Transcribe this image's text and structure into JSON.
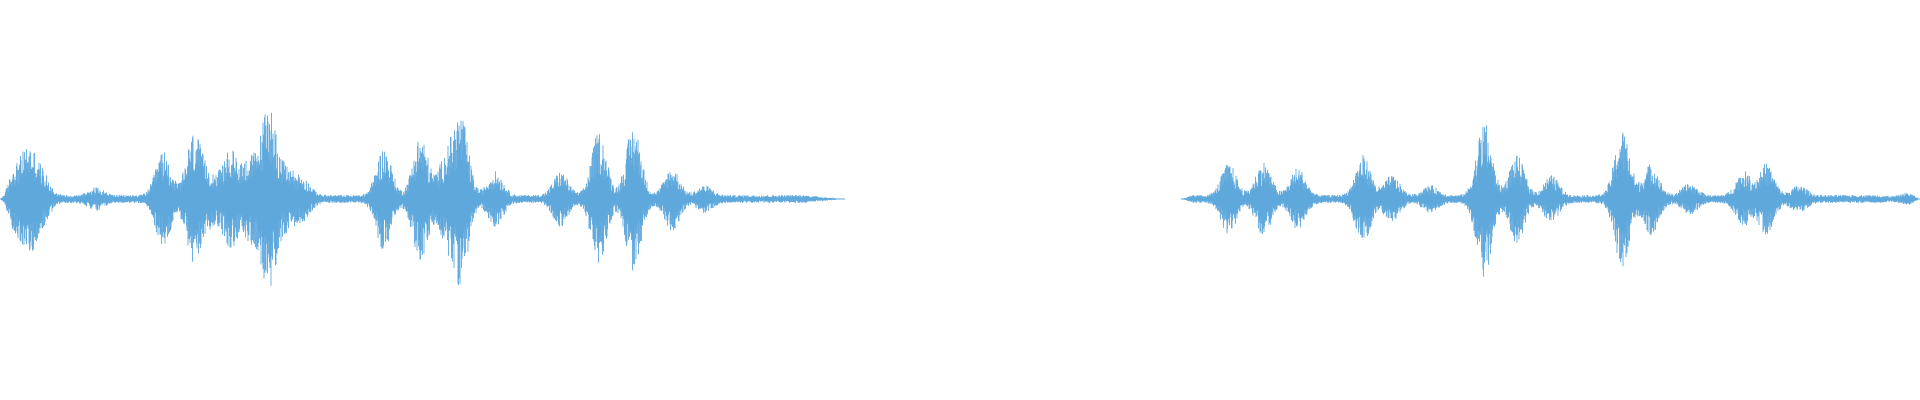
{
  "waveform": {
    "color": "#5fa8dc",
    "background": "#ffffff",
    "segments": [
      {
        "name": "segment-left",
        "start": 0.0,
        "end": 0.44
      },
      {
        "name": "segment-right",
        "start": 0.615,
        "end": 1.0
      }
    ],
    "bursts": [
      {
        "t": 0.007,
        "amp": 0.12
      },
      {
        "t": 0.015,
        "amp": 0.22
      },
      {
        "t": 0.022,
        "amp": 0.1
      },
      {
        "t": 0.05,
        "amp": 0.04
      },
      {
        "t": 0.085,
        "amp": 0.22
      },
      {
        "t": 0.101,
        "amp": 0.31
      },
      {
        "t": 0.11,
        "amp": 0.1
      },
      {
        "t": 0.12,
        "amp": 0.22
      },
      {
        "t": 0.13,
        "amp": 0.18
      },
      {
        "t": 0.14,
        "amp": 0.46
      },
      {
        "t": 0.15,
        "amp": 0.12
      },
      {
        "t": 0.158,
        "amp": 0.08
      },
      {
        "t": 0.2,
        "amp": 0.24
      },
      {
        "t": 0.219,
        "amp": 0.3
      },
      {
        "t": 0.232,
        "amp": 0.18
      },
      {
        "t": 0.24,
        "amp": 0.39
      },
      {
        "t": 0.258,
        "amp": 0.12
      },
      {
        "t": 0.292,
        "amp": 0.12
      },
      {
        "t": 0.312,
        "amp": 0.32
      },
      {
        "t": 0.33,
        "amp": 0.35
      },
      {
        "t": 0.35,
        "amp": 0.14
      },
      {
        "t": 0.367,
        "amp": 0.05
      },
      {
        "t": 0.64,
        "amp": 0.16
      },
      {
        "t": 0.658,
        "amp": 0.17
      },
      {
        "t": 0.676,
        "amp": 0.14
      },
      {
        "t": 0.71,
        "amp": 0.2
      },
      {
        "t": 0.725,
        "amp": 0.1
      },
      {
        "t": 0.745,
        "amp": 0.05
      },
      {
        "t": 0.773,
        "amp": 0.37
      },
      {
        "t": 0.79,
        "amp": 0.2
      },
      {
        "t": 0.808,
        "amp": 0.1
      },
      {
        "t": 0.845,
        "amp": 0.33
      },
      {
        "t": 0.86,
        "amp": 0.16
      },
      {
        "t": 0.88,
        "amp": 0.06
      },
      {
        "t": 0.908,
        "amp": 0.12
      },
      {
        "t": 0.92,
        "amp": 0.16
      },
      {
        "t": 0.937,
        "amp": 0.05
      },
      {
        "t": 0.996,
        "amp": 0.1
      }
    ],
    "baseline_amp": 0.02
  }
}
